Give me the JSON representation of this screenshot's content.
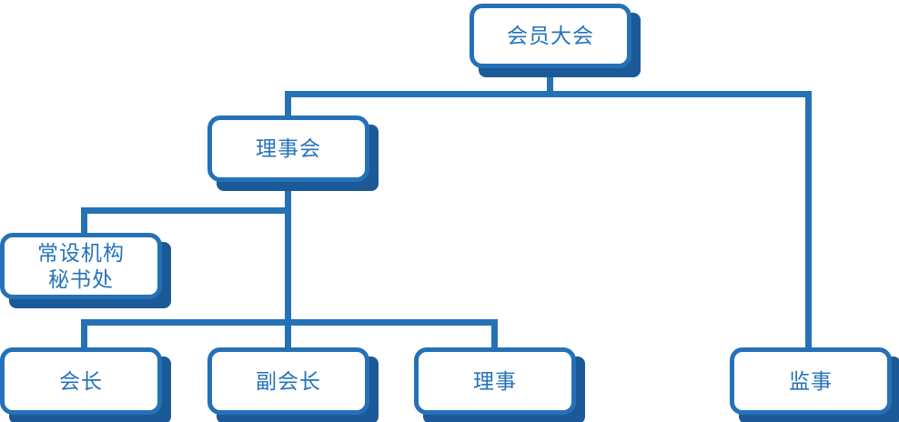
{
  "chart_title": "",
  "colors": {
    "line": "#2571b8",
    "border": "#2571b8",
    "shadow": "#1b5a96",
    "text": "#2573ba",
    "background": "#ffffff"
  },
  "nodes": {
    "assembly": {
      "label": "会员大会"
    },
    "board": {
      "label": "理事会"
    },
    "secretariat": {
      "label": "常设机构\n秘书处"
    },
    "president": {
      "label": "会长"
    },
    "vice_president": {
      "label": "副会长"
    },
    "director": {
      "label": "理事"
    },
    "supervisor": {
      "label": "监事"
    }
  },
  "edges": [
    {
      "from": "assembly",
      "to": "board"
    },
    {
      "from": "assembly",
      "to": "supervisor"
    },
    {
      "from": "board",
      "to": "secretariat"
    },
    {
      "from": "board",
      "to": "president"
    },
    {
      "from": "board",
      "to": "vice_president"
    },
    {
      "from": "board",
      "to": "director"
    }
  ]
}
